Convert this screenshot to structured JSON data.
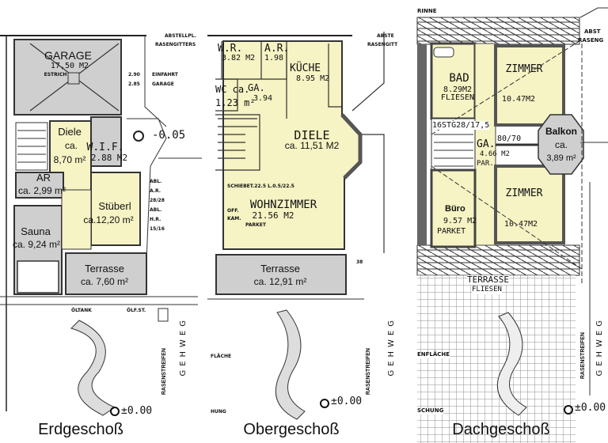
{
  "colors": {
    "room_yellow": "#f6f3c4",
    "gray_area": "#cfcfcf",
    "wall": "#555555"
  },
  "floors": [
    {
      "caption": "Erdgeschoß",
      "rooms": {
        "garage": {
          "name": "GARAGE",
          "area": "17,50  M2",
          "note": "ESTRICH"
        },
        "diele": {
          "name": "Diele",
          "area_prefix": "ca.",
          "area": "8,70 m²"
        },
        "wif": {
          "name": "W.I.F.",
          "area": "2.88  M2"
        },
        "ar": {
          "name": "AR",
          "area": "ca. 2,99 m²"
        },
        "stueberl": {
          "name": "Stüberl",
          "area": "ca.12,20 m²"
        },
        "sauna": {
          "name": "Sauna",
          "area": "ca. 9,24 m²"
        },
        "terrasse": {
          "name": "Terrasse",
          "area": "ca. 7,60 m²"
        }
      },
      "annotations": {
        "abstellpl": "ABSTELLPL.",
        "rasengitter": "RASENGITTERS",
        "dim_top": "2.90",
        "dim_bottom": "2.85",
        "einfahrt": "EINFAHRT",
        "einfahrt_garage": "GARAGE",
        "level_entry": "-0.05",
        "abl_ar": "ABL.",
        "ar": "A.R.",
        "ar_dim": "28/28",
        "abl_hr": "ABL.",
        "hr": "H.R.",
        "hr_dim": "15/16",
        "oltank": "ÖLTANK",
        "olf": "ÖLF.ST.",
        "gehweg": "GEHWEG",
        "rasenstreifen": "RASENSTREIFEN",
        "level_ground": "±0.00"
      }
    },
    {
      "caption": "Obergeschoß",
      "rooms": {
        "wr": {
          "name": "W.R.",
          "area": "3.82  M2"
        },
        "ar": {
          "name": "A.R.",
          "area": "1.98"
        },
        "kueche": {
          "name": "KÜCHE",
          "area": "8.95  M2"
        },
        "wc": {
          "name": "WC ca.",
          "area": "1,23 m²"
        },
        "ga": {
          "name": "GA.",
          "area": "3.94"
        },
        "diele": {
          "name": "DIELE",
          "area": "ca. 11,51 M2"
        },
        "wohnzimmer": {
          "name": "WOHNZIMMER",
          "area": "21.56  M2",
          "note": "PARKET"
        },
        "terrasse": {
          "name": "Terrasse",
          "area": "ca. 12,91 m²"
        }
      },
      "annotations": {
        "abstellpl": "ABSTE",
        "rasengitter": "RASENGITT",
        "schiebe": "SCHIEBET.22.5  L.0.5/22.5",
        "off_kam": "OFF.",
        "kam": "KAM.",
        "dim_38": "38",
        "flaeche": "FLÄCHE",
        "hung": "HUNG",
        "gehweg": "GEHWEG",
        "rasenstreifen": "RASENSTREIFEN",
        "level_ground": "±0.00"
      }
    },
    {
      "caption": "Dachgeschoß",
      "rooms": {
        "bad": {
          "name": "BAD",
          "area": "8.29M2",
          "note": "FLIESEN"
        },
        "zimmer_top": {
          "name": "ZIMMER",
          "area": "10.47M2"
        },
        "ga": {
          "name": "GA.",
          "area": "4.66  M2",
          "note": "PAR.",
          "door": "80/70"
        },
        "balkon": {
          "name": "Balkon",
          "area_prefix": "ca.",
          "area": "3,89 m²"
        },
        "buero": {
          "name": "Büro",
          "area": "9.57  M2",
          "note": "PARKET"
        },
        "zimmer_bottom": {
          "name": "ZIMMER",
          "area": "10.47M2"
        }
      },
      "annotations": {
        "rinne": "RINNE",
        "abstellpl": "ABST",
        "rasengitter": "RASENG",
        "stairs": "16STG28/17,5",
        "terrasse": "TERRASSE",
        "fliesen": "FLIESEN",
        "flaeche": "ENFLÄCHE",
        "schung": "SCHUNG",
        "gehweg": "GEHWEG",
        "rasenstreifen": "RASENSTREIFEN",
        "level_ground": "±0.00"
      }
    }
  ]
}
